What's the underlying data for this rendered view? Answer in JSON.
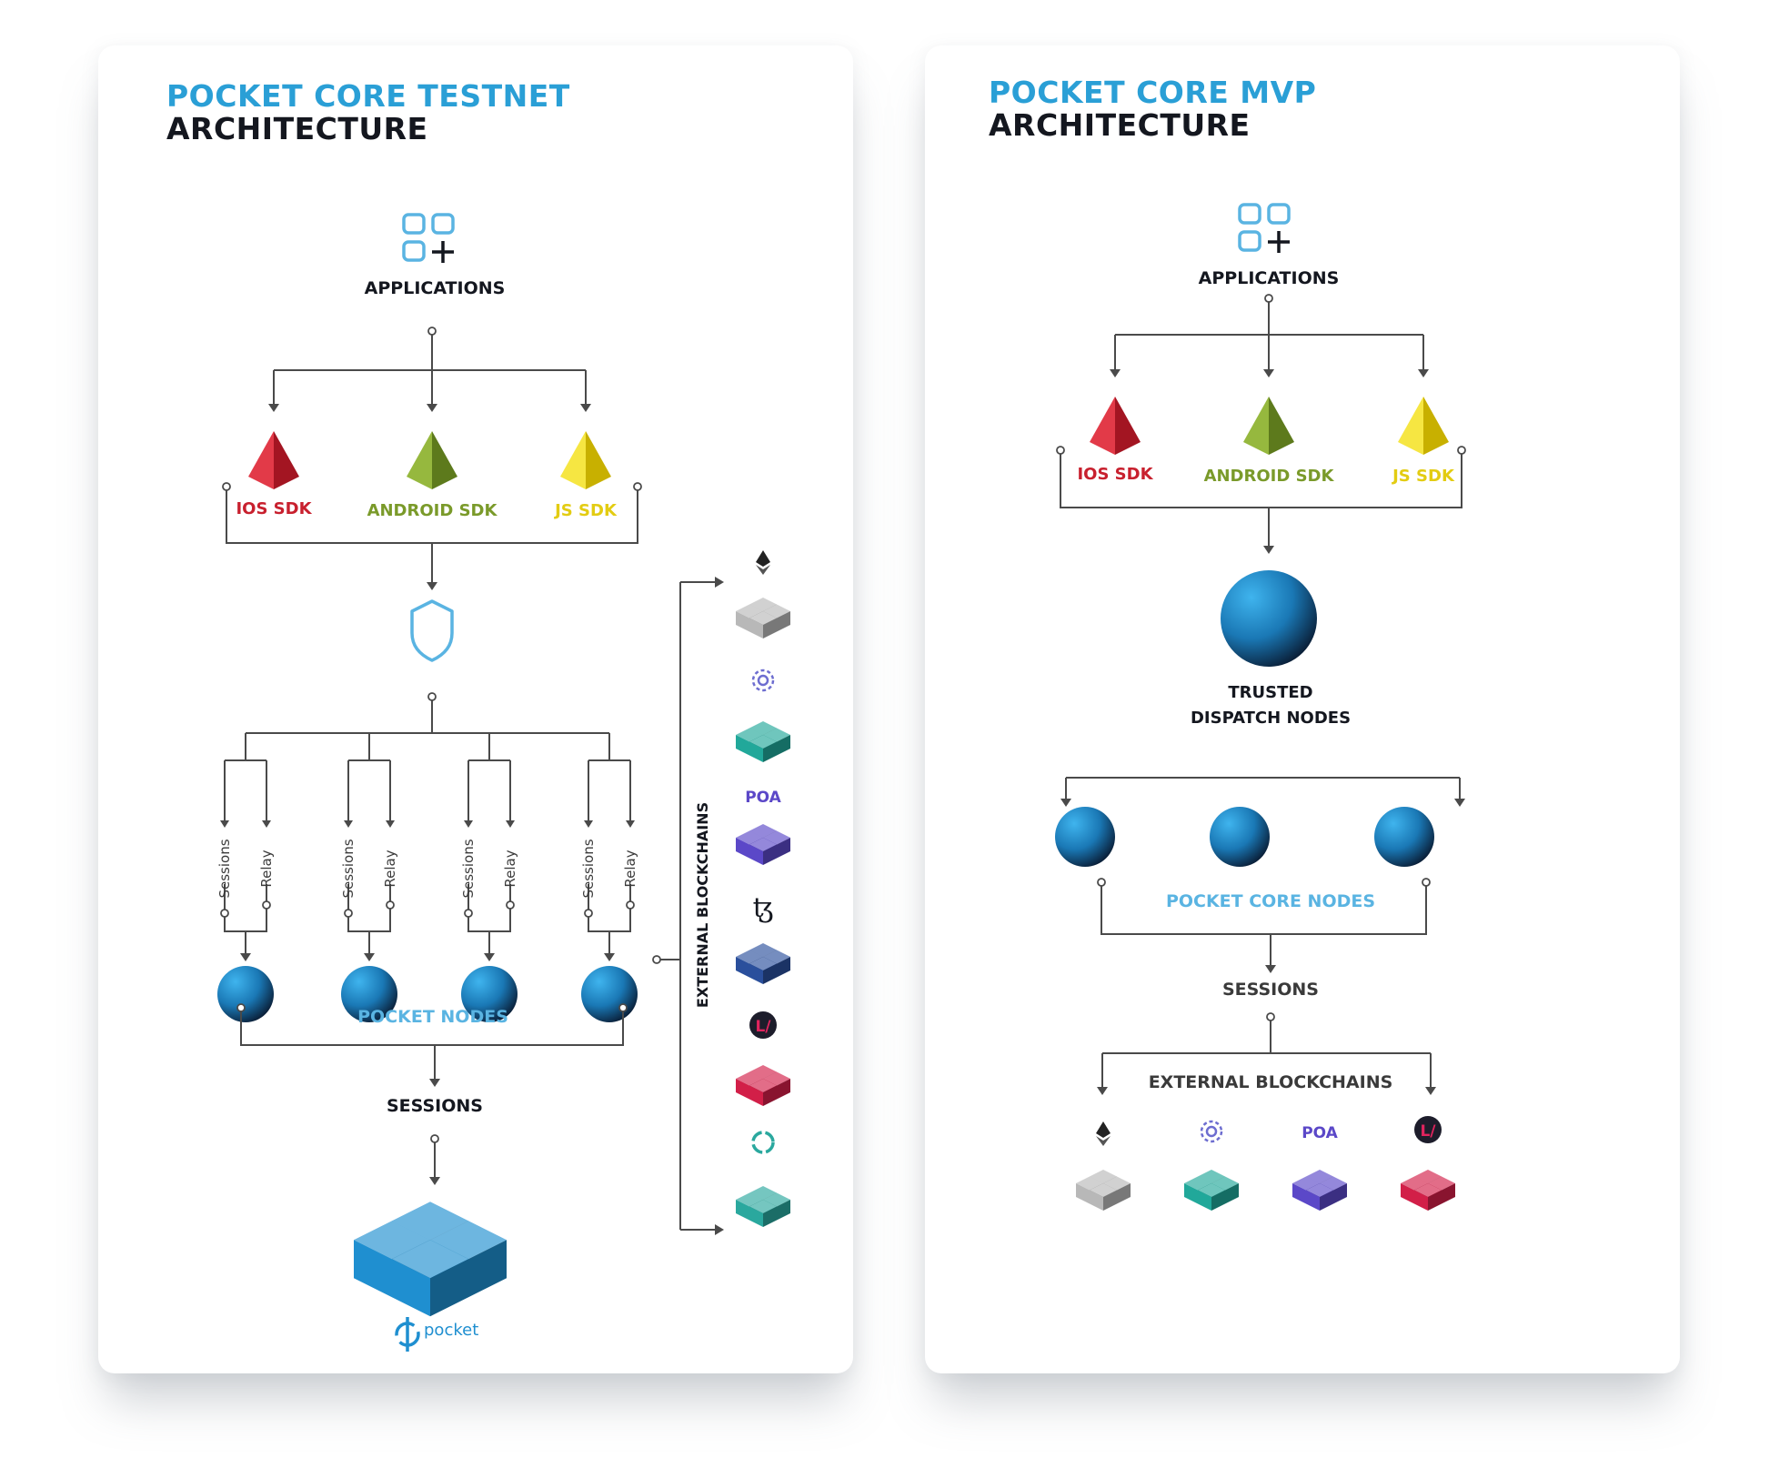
{
  "testnet": {
    "title_line1": "POCKET CORE TESTNET",
    "title_line2": "ARCHITECTURE",
    "applications_label": "APPLICATIONS",
    "sdks": [
      {
        "label": "IOS SDK",
        "color": "#c8202e"
      },
      {
        "label": "ANDROID SDK",
        "color": "#7a9a2a"
      },
      {
        "label": "JS SDK",
        "color": "#e3cc12"
      }
    ],
    "channel_labels": {
      "sessions": "Sessions",
      "relay": "Relay"
    },
    "pocket_nodes_label": "POCKET NODES",
    "sessions_label": "SESSIONS",
    "external_blockchains_label": "EXTERNAL BLOCKCHAINS",
    "pocket_logo_text": "pocket",
    "chain_icons": [
      "ethereum-icon",
      "aion-icon",
      "poa-icon",
      "tezos-icon",
      "lisk-icon",
      "icon-network-icon"
    ]
  },
  "mvp": {
    "title_line1": "POCKET CORE MVP",
    "title_line2": "ARCHITECTURE",
    "applications_label": "APPLICATIONS",
    "sdks": [
      {
        "label": "IOS SDK",
        "color": "#c8202e"
      },
      {
        "label": "ANDROID SDK",
        "color": "#7a9a2a"
      },
      {
        "label": "JS SDK",
        "color": "#e3cc12"
      }
    ],
    "trusted_line1": "TRUSTED",
    "trusted_line2": "DISPATCH NODES",
    "pocket_core_nodes_label": "POCKET CORE NODES",
    "sessions_label": "SESSIONS",
    "external_blockchains_label": "EXTERNAL BLOCKCHAINS",
    "chain_icons": [
      "ethereum-icon",
      "aion-icon",
      "poa-icon",
      "lisk-icon"
    ]
  },
  "colors": {
    "title_accent": "#2a9fd6",
    "title_dark": "#14171f",
    "nodes_label": "#5ab4e2",
    "ethereum_cube": "#b8b8b8",
    "aion_cube": "#21a89a",
    "poa_cube": "#5b48c8",
    "tezos_cube": "#2a4f9c",
    "lisk_cube": "#d21f48",
    "icon_cube": "#2aa89e",
    "pocket_cube": "#1f8fd0"
  }
}
